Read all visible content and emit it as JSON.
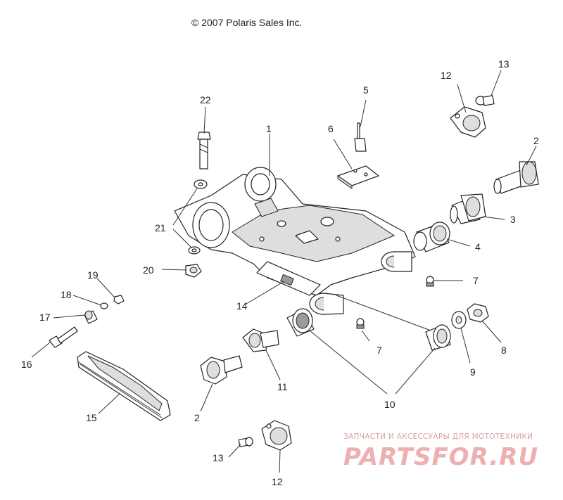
{
  "copyright": "© 2007 Polaris Sales Inc.",
  "watermark": {
    "tagline": "ЗАПЧАСТИ И АКСЕССУАРЫ ДЛЯ МОТОТЕХНИКИ",
    "logo": "PARTSFOR.RU",
    "color": "#e39a9a"
  },
  "callouts": {
    "c1": "1",
    "c2a": "2",
    "c2b": "2",
    "c3": "3",
    "c4": "4",
    "c5": "5",
    "c6": "6",
    "c7a": "7",
    "c7b": "7",
    "c8": "8",
    "c9": "9",
    "c10": "10",
    "c11": "11",
    "c12a": "12",
    "c12b": "12",
    "c13a": "13",
    "c13b": "13",
    "c14": "14",
    "c15": "15",
    "c16": "16",
    "c17": "17",
    "c18": "18",
    "c19": "19",
    "c20": "20",
    "c21": "21",
    "c22": "22"
  }
}
